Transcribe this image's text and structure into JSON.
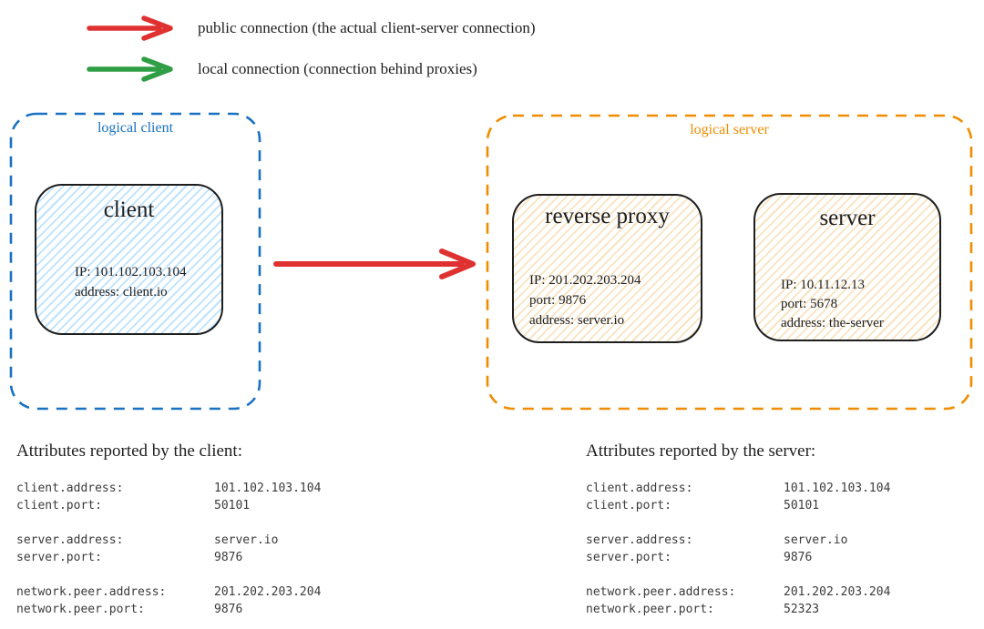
{
  "colors": {
    "public_connection": "#e03131",
    "local_connection": "#2f9e44",
    "logical_client": "#1971c2",
    "logical_server": "#f08c00",
    "node_outline": "#1e1e1e",
    "client_fill_hatch": "#a5d8ff",
    "server_fill_hatch": "#f5d096"
  },
  "legend": {
    "items": [
      {
        "icon": "public-connection-arrow",
        "label": "public connection (the actual client-server connection)"
      },
      {
        "icon": "local-connection-arrow",
        "label": "local connection (connection behind proxies)"
      }
    ]
  },
  "diagram": {
    "logical_client": {
      "label": "logical client",
      "nodes": [
        {
          "title": "client",
          "lines": [
            "IP: 101.102.103.104",
            "address: client.io"
          ]
        }
      ]
    },
    "logical_server": {
      "label": "logical server",
      "nodes": [
        {
          "title": "reverse proxy",
          "lines": [
            "IP: 201.202.203.204",
            "port: 9876",
            "address: server.io"
          ]
        },
        {
          "title": "server",
          "lines": [
            "IP: 10.11.12.13",
            "port: 5678",
            "address: the-server"
          ]
        }
      ]
    }
  },
  "attributes": {
    "client": {
      "heading": "Attributes reported by the client:",
      "groups": [
        [
          {
            "key": "client.address:",
            "value": "101.102.103.104"
          },
          {
            "key": "client.port:",
            "value": "50101"
          }
        ],
        [
          {
            "key": "server.address:",
            "value": "server.io"
          },
          {
            "key": "server.port:",
            "value": "9876"
          }
        ],
        [
          {
            "key": "network.peer.address:",
            "value": "201.202.203.204"
          },
          {
            "key": "network.peer.port:",
            "value": "9876"
          }
        ]
      ]
    },
    "server": {
      "heading": "Attributes reported by the server:",
      "groups": [
        [
          {
            "key": "client.address:",
            "value": "101.102.103.104"
          },
          {
            "key": "client.port:",
            "value": "50101"
          }
        ],
        [
          {
            "key": "server.address:",
            "value": "server.io"
          },
          {
            "key": "server.port:",
            "value": "9876"
          }
        ],
        [
          {
            "key": "network.peer.address:",
            "value": "201.202.203.204"
          },
          {
            "key": "network.peer.port:",
            "value": "52323"
          }
        ]
      ]
    }
  }
}
